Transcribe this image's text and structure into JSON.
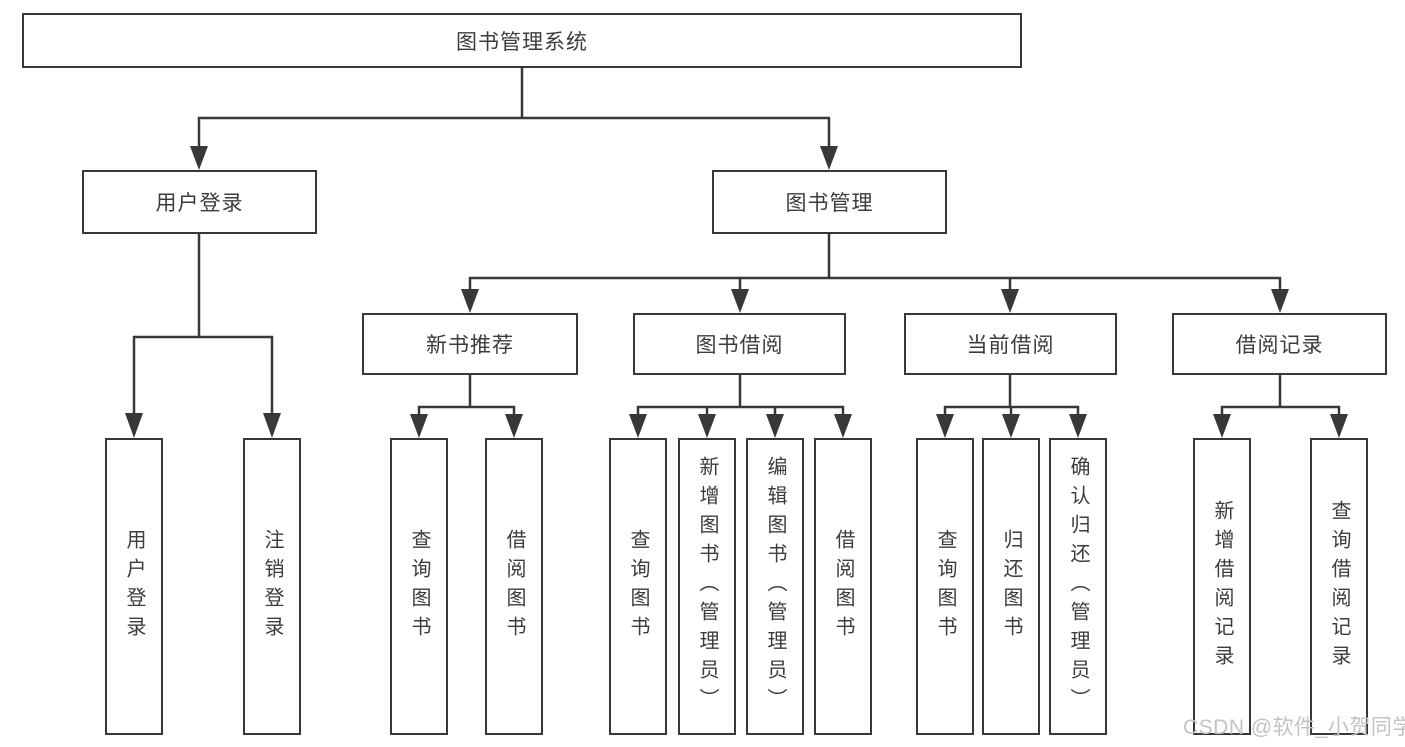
{
  "diagram": {
    "root": {
      "label": "图书管理系统"
    },
    "level2": [
      {
        "label": "用户登录"
      },
      {
        "label": "图书管理"
      }
    ],
    "level3": [
      {
        "label": "新书推荐"
      },
      {
        "label": "图书借阅"
      },
      {
        "label": "当前借阅"
      },
      {
        "label": "借阅记录"
      }
    ],
    "leaves": {
      "user": [
        {
          "label": "用户登录"
        },
        {
          "label": "注销登录"
        }
      ],
      "recommend": [
        {
          "label": "查询图书"
        },
        {
          "label": "借阅图书"
        }
      ],
      "borrow": [
        {
          "label": "查询图书"
        },
        {
          "label": "新增图书（管理员）"
        },
        {
          "label": "编辑图书（管理员）"
        },
        {
          "label": "借阅图书"
        }
      ],
      "current": [
        {
          "label": "查询图书"
        },
        {
          "label": "归还图书"
        },
        {
          "label": "确认归还（管理员）"
        }
      ],
      "records": [
        {
          "label": "新增借阅记录"
        },
        {
          "label": "查询借阅记录"
        }
      ]
    }
  },
  "watermark": {
    "text": "CSDN @软件_小贺同学"
  },
  "colors": {
    "line": "#383838",
    "text": "#3c3c3c",
    "background": "#ffffff",
    "watermark": "#c3c3c3"
  }
}
